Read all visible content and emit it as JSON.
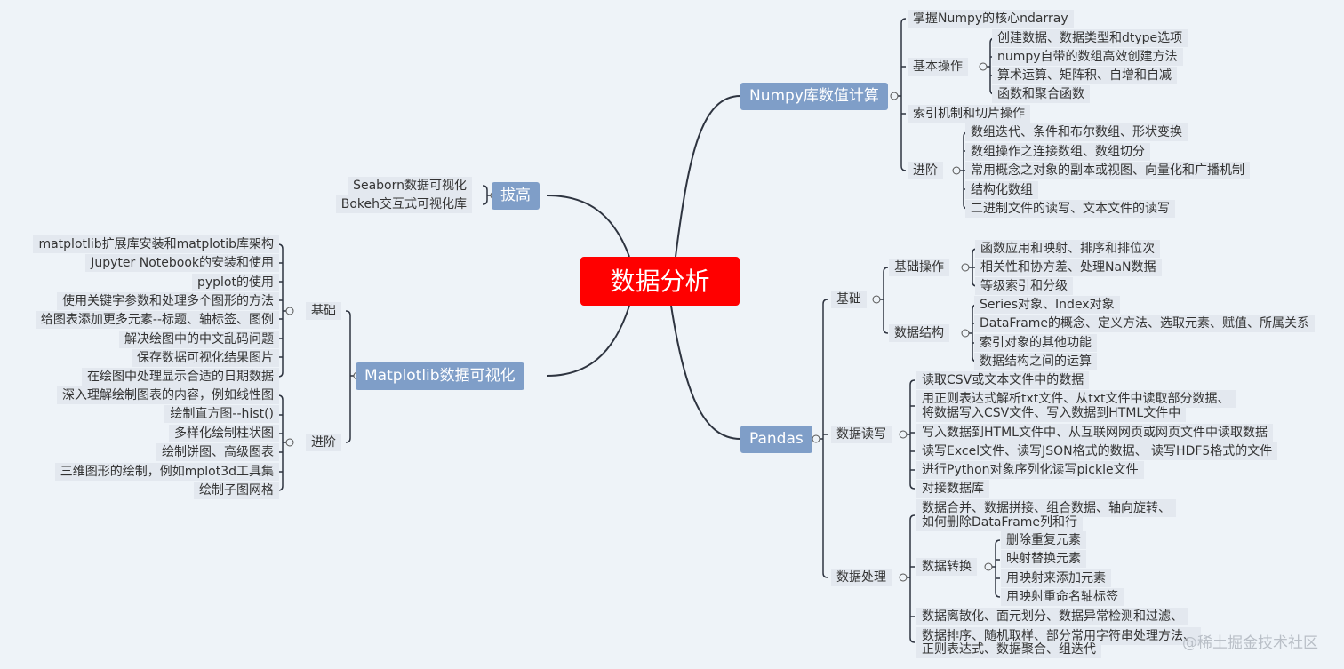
{
  "center": "数据分析",
  "numpy": {
    "label": "Numpy库数值计算",
    "core": "掌握Numpy的核心ndarray",
    "basic": {
      "label": "基本操作",
      "items": [
        "创建数据、数据类型和dtype选项",
        "numpy自带的数组高效创建方法",
        "算术运算、矩阵积、自增和自减",
        "函数和聚合函数"
      ]
    },
    "index": "索引机制和切片操作",
    "advanced": {
      "label": "进阶",
      "items": [
        "数组迭代、条件和布尔数组、形状变换",
        "数组操作之连接数组、数组切分",
        "常用概念之对象的副本或视图、向量化和广播机制",
        "结构化数组",
        "二进制文件的读写、文本文件的读写"
      ]
    }
  },
  "pandas": {
    "label": "Pandas",
    "basics": {
      "label": "基础",
      "ops": {
        "label": "基础操作",
        "items": [
          "函数应用和映射、排序和排位次",
          "相关性和协方差、处理NaN数据",
          "等级索引和分级"
        ]
      },
      "struct": {
        "label": "数据结构",
        "items": [
          "Series对象、Index对象",
          "DataFrame的概念、定义方法、选取元素、赋值、所属关系",
          "索引对象的其他功能",
          "数据结构之间的运算"
        ]
      }
    },
    "io": {
      "label": "数据读写",
      "items": [
        "读取CSV或文本文件中的数据",
        "用正则表达式解析txt文件、从txt文件中读取部分数据、",
        "将数据写入CSV文件、写入数据到HTML文件中",
        "写入数据到HTML文件中、从互联网网页或网页文件中读取数据",
        "读写Excel文件、读写JSON格式的数据、 读写HDF5格式的文件",
        "进行Python对象序列化读写pickle文件",
        "对接数据库"
      ]
    },
    "proc": {
      "label": "数据处理",
      "merge": [
        "数据合并、数据拼接、组合数据、轴向旋转、",
        "如何删除DataFrame列和行"
      ],
      "transform": {
        "label": "数据转换",
        "items": [
          "删除重复元素",
          "映射替换元素",
          "用映射来添加元素",
          "用映射重命名轴标签"
        ]
      },
      "discrete": "数据离散化、面元划分、数据异常检测和过滤、",
      "misc": [
        "数据排序、随机取样、部分常用字符串处理方法、",
        "正则表达式、数据聚合、组迭代"
      ]
    }
  },
  "advanced_viz": {
    "label": "拔高",
    "items": [
      "Seaborn数据可视化",
      "Bokeh交互式可视化库"
    ]
  },
  "matplotlib": {
    "label": "Matplotlib数据可视化",
    "basics": {
      "label": "基础",
      "items": [
        "matplotlib扩展库安装和matplotib库架构",
        "Jupyter Notebook的安装和使用",
        "pyplot的使用",
        "使用关键字参数和处理多个图形的方法",
        "给图表添加更多元素--标题、轴标签、图例",
        "解决绘图中的中文乱码问题",
        "保存数据可视化结果图片",
        "在绘图中处理显示合适的日期数据"
      ]
    },
    "advanced": {
      "label": "进阶",
      "items": [
        "深入理解绘制图表的内容，例如线性图",
        "绘制直方图--hist()",
        "多样化绘制柱状图",
        "绘制饼图、高级图表",
        "三维图形的绘制，例如mplot3d工具集",
        "绘制子图网格"
      ]
    }
  },
  "watermark": "@稀土掘金技术社区",
  "colors": {
    "center": "#ff0000",
    "branch": "#7f9ec8",
    "leaf": "#e3e8ef",
    "line": "#2e3440",
    "background": "#eef3f8"
  }
}
